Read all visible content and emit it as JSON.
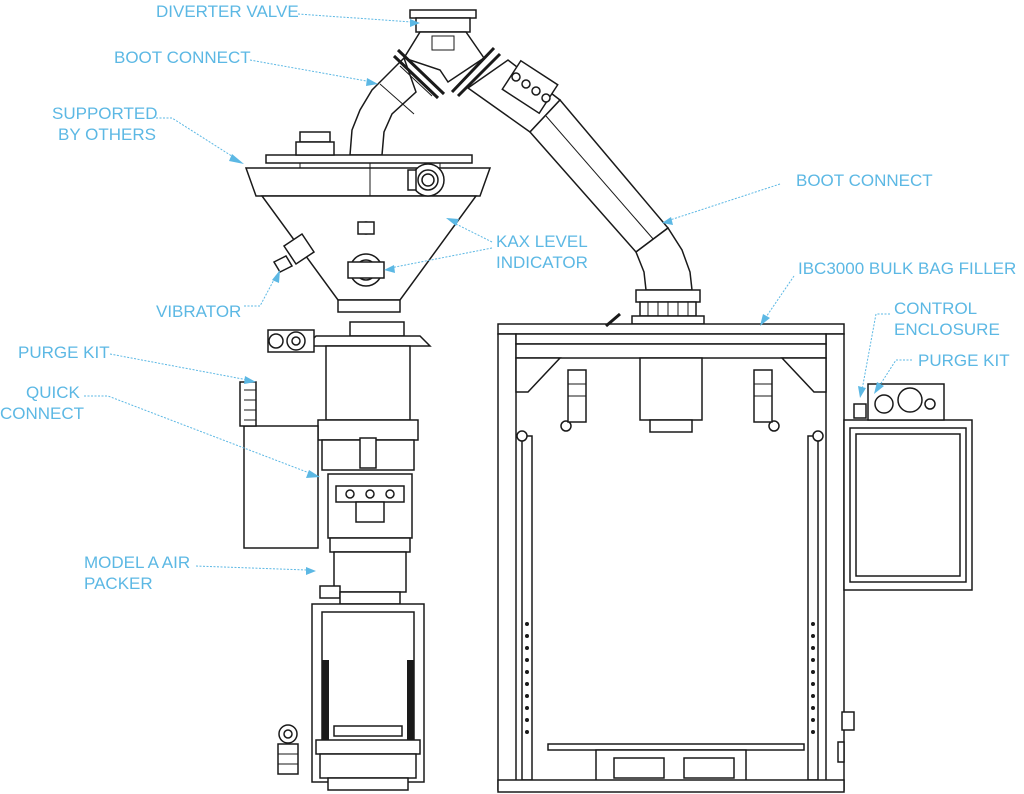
{
  "labels": {
    "diverter_valve": "DIVERTER VALVE",
    "boot_connect_left": "BOOT CONNECT",
    "supported_line1": "SUPPORTED",
    "supported_line2": "BY OTHERS",
    "kax_line1": "KAX LEVEL",
    "kax_line2": "INDICATOR",
    "vibrator": "VIBRATOR",
    "purge_kit_left": "PURGE KIT",
    "quick_line1": "QUICK",
    "quick_line2": "CONNECT",
    "model_line1": "MODEL A AIR",
    "model_line2": "PACKER",
    "boot_connect_right": "BOOT CONNECT",
    "ibc_filler": "IBC3000 BULK BAG FILLER",
    "control_line1": "CONTROL",
    "control_line2": "ENCLOSURE",
    "purge_kit_right": "PURGE KIT"
  },
  "colors": {
    "label": "#5cb8e4",
    "line": "#1a1a1a",
    "background": "#ffffff"
  }
}
